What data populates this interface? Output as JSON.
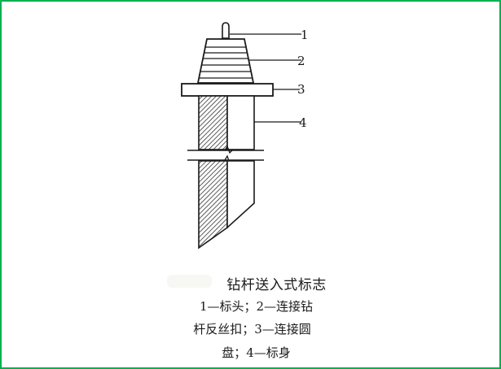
{
  "figure": {
    "title": "钻杆送入式标志",
    "legend_lines": [
      "1—标头；2—连接钻",
      "杆反丝扣；3—连接圆",
      "盘；4—标身"
    ],
    "callouts": [
      {
        "number": "1",
        "part": "标头"
      },
      {
        "number": "2",
        "part": "连接钻杆反丝扣"
      },
      {
        "number": "3",
        "part": "连接圆盘"
      },
      {
        "number": "4",
        "part": "标身"
      }
    ],
    "border_color": "#00b050"
  }
}
